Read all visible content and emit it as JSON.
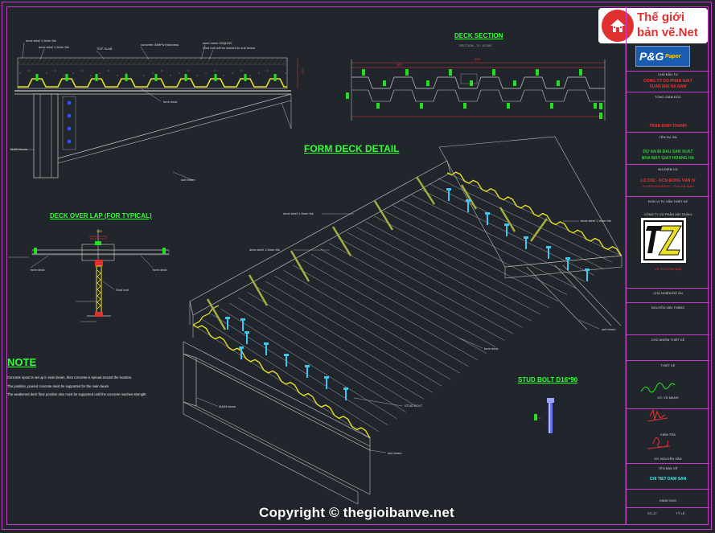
{
  "headings": {
    "deck_section": "DECK SECTION",
    "form_deck_detail": "FORM DECK DETAIL",
    "deck_over_lap": "DECK OVER LAP (FOR TYPICAL)",
    "note": "NOTE",
    "stud_bolt": "STUD BOLT D16*90"
  },
  "deck_section_scale": "SECTION - TL: 1/7300",
  "top_labels": {
    "steel_plate_top": "deck steel 1.5mm thk",
    "steel_plate_2": "deck steel 1.5mm thk",
    "top_slab": "TOP SLAB",
    "concrete": "concrete 30MPa thickness",
    "steel_mesh": "steel mesh D6@150",
    "stud_note": "Stud bolt will be welded to sub beam",
    "form_deck": "form deck",
    "main_beam": "MAIN beam",
    "sub_beam": "sub beam"
  },
  "iso_labels": {
    "deck_steel_a": "deck steel 1.5mm thk",
    "deck_steel_b": "deck steel 1.5mm thk",
    "deck_steel_c": "deck steel 1.5mm thk",
    "sub_beam_right": "sub beam",
    "form_deck": "form deck",
    "stud_bolt": "STUD BOLT",
    "main_beam": "MAIN beam",
    "sub_beam_bottom": "sub beam"
  },
  "overlap_labels": {
    "dim": "120",
    "form_deck_left": "form deck",
    "form_deck_right": "form deck",
    "stud_bolt": "Stud bolt"
  },
  "dims": {
    "total": "900",
    "left": "300",
    "height": "270"
  },
  "notes": [
    "Concrete spout is   set up in main beam, then concrete is spread around the location.",
    "The position,   poured concrete must be supported for the main beam",
    "The weakened deck floor position also must be supported   until the concrete reaches strength"
  ],
  "logo": {
    "line1": "Thế giới",
    "line2": "bản vẽ.Net"
  },
  "pg_logo": {
    "main": "P&G",
    "sub": "Paper"
  },
  "title_block": {
    "rows": [
      "CHỦ ĐẦU TƯ",
      "CÔNG TY CỔ PHẦN GIẤY",
      "XUÂN MAI HÀ NAM",
      "TỔNG GIÁM ĐỐC",
      "TRẦN ĐÌNH THÀNH",
      "TÊN DỰ ÁN",
      "DỰ ÁN ĐI ĐẦU SẢN XUẤT",
      "NHÀ MÁY GIẤY HOÀNG HÀ",
      "ĐỊA ĐIỂM XD",
      "LÔ CN2 - KCN ĐỒNG VĂN IV",
      "HUYỆN KIM BẢNG - TỈNH HÀ NAM",
      "ĐƠN VỊ TƯ VẤN THIẾT KẾ",
      "CÔNG TY CỔ PHẦN XÂY DỰNG",
      "VÀ THƯƠNG MẠI",
      "CHỦ NHIỆM ĐỒ ÁN",
      "NGUYỄN VĂN THẮNG",
      "CHỦ NHIỆM THIẾT KẾ",
      "THIẾT KẾ",
      "KS. VŨ MẠNH",
      "KIỂM TRA",
      "KS. NGUYỄN VĂN",
      "TÊN BẢN VẼ",
      "CHI TIẾT DẦM SÀN",
      "HẠNG MỤC",
      "KC-27",
      "TỶ LỆ"
    ],
    "sheet_id": "KC-27",
    "drawing_name": "CHI TIẾT DẦM SÀN"
  },
  "copyright": "Copyright © thegioibanve.net",
  "colors": {
    "frame": "#c43cc8",
    "background": "#21262c",
    "deck": "#e8e020",
    "stud": "#3cc8f0",
    "green_marks": "#20e020",
    "beam": "#bcbcbc",
    "text_red": "#e03030"
  }
}
